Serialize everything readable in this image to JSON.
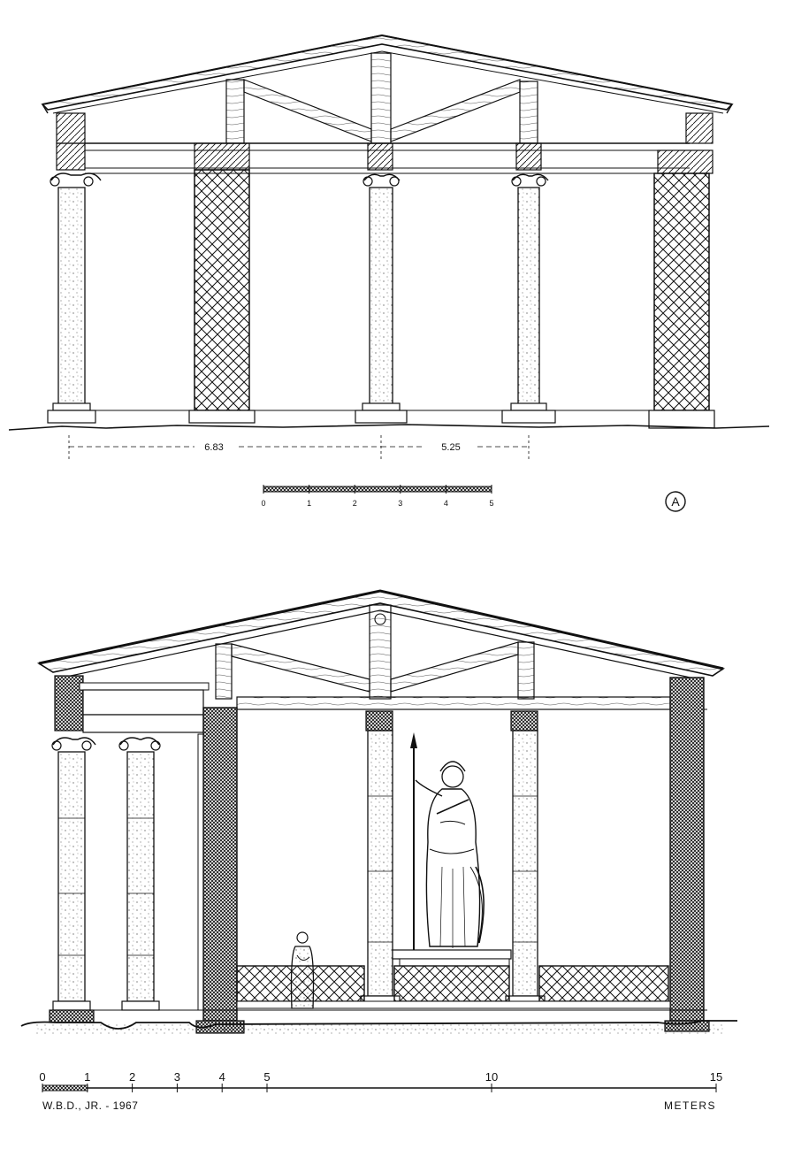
{
  "top_elevation": {
    "dimension_left": "6.83",
    "dimension_right": "5.25",
    "scale_ticks": [
      "0",
      "1",
      "2",
      "3",
      "4",
      "5"
    ],
    "plate_mark": "A"
  },
  "bottom_section": {
    "scale_ticks": [
      "0",
      "1",
      "2",
      "3",
      "4",
      "5",
      "10",
      "15"
    ],
    "credit": "W.B.D., JR. - 1967",
    "units": "METERS"
  },
  "colors": {
    "ink": "#111111",
    "paper": "#ffffff"
  }
}
